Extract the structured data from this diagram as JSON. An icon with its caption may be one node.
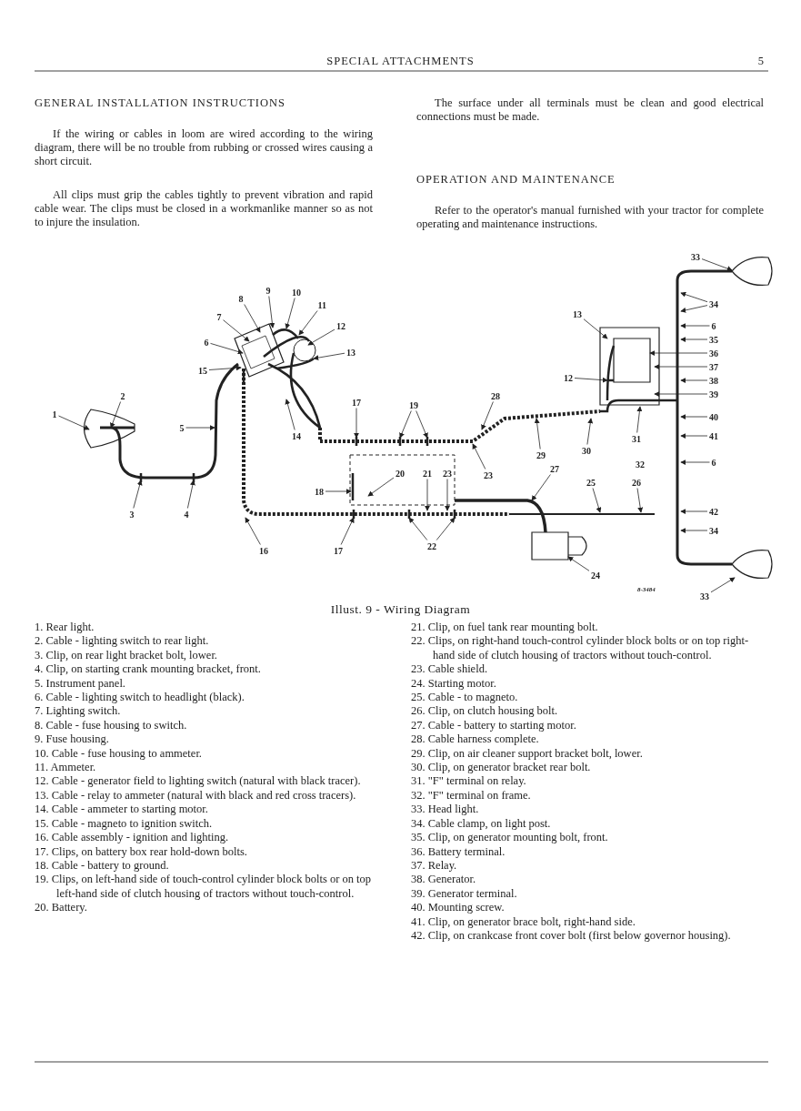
{
  "diagram": {
    "caption": "Illust. 9 - Wiring Diagram",
    "nodes": [
      {
        "text": [
          "33"
        ]
      },
      {
        "text": [
          "9"
        ]
      },
      {
        "text": [
          "10"
        ]
      },
      {
        "text": [
          "8"
        ]
      },
      {
        "text": [
          "34"
        ]
      },
      {
        "text": [
          "11"
        ]
      },
      {
        "text": [
          "13"
        ]
      },
      {
        "text": [
          "7"
        ]
      },
      {
        "text": [
          "6"
        ]
      },
      {
        "text": [
          "12"
        ]
      },
      {
        "text": [
          "35"
        ]
      },
      {
        "text": [
          "6"
        ]
      },
      {
        "text": [
          "13"
        ]
      },
      {
        "text": [
          "36"
        ]
      },
      {
        "text": [
          "37"
        ]
      },
      {
        "text": [
          "15"
        ]
      },
      {
        "text": [
          "38"
        ]
      },
      {
        "text": [
          "12"
        ]
      },
      {
        "text": [
          "39"
        ]
      },
      {
        "text": [
          "2"
        ]
      },
      {
        "text": [
          "17"
        ]
      },
      {
        "text": [
          "19"
        ]
      },
      {
        "text": [
          "28"
        ]
      },
      {
        "text": [
          "1"
        ]
      },
      {
        "text": [
          "40"
        ]
      },
      {
        "text": [
          "5"
        ]
      },
      {
        "text": [
          "14"
        ]
      },
      {
        "text": [
          "41"
        ]
      },
      {
        "text": [
          "31"
        ]
      },
      {
        "text": [
          "29"
        ]
      },
      {
        "text": [
          "30"
        ]
      },
      {
        "text": [
          "6"
        ]
      },
      {
        "text": [
          "27"
        ]
      },
      {
        "text": [
          "20"
        ]
      },
      {
        "text": [
          "21"
        ]
      },
      {
        "text": [
          "23"
        ]
      },
      {
        "text": [
          "23"
        ]
      },
      {
        "text": [
          "25"
        ]
      },
      {
        "text": [
          "26"
        ]
      },
      {
        "text": [
          "18"
        ]
      },
      {
        "text": [
          "42"
        ]
      },
      {
        "text": [
          "3"
        ]
      },
      {
        "text": [
          "4"
        ]
      },
      {
        "text": [
          "34"
        ]
      },
      {
        "text": [
          "16"
        ]
      },
      {
        "text": [
          "17"
        ]
      },
      {
        "text": [
          "22"
        ]
      },
      {
        "text": [
          "24"
        ]
      },
      {
        "text": [
          "33"
        ]
      }
    ],
    "edges": [
      {
        "from": 0,
        "to": null,
        "arrow": "to"
      },
      {
        "from": 1,
        "to": null,
        "arrow": "to"
      },
      {
        "from": 2,
        "to": null,
        "arrow": "to"
      },
      {
        "from": 3,
        "to": null,
        "arrow": "to"
      },
      {
        "from": 4,
        "to": null,
        "arrow": "to"
      },
      {
        "from": 4,
        "to": null,
        "arrow": "to"
      },
      {
        "from": 5,
        "to": null,
        "arrow": "to"
      },
      {
        "from": 6,
        "to": null,
        "arrow": "to"
      },
      {
        "from": 7,
        "to": null,
        "arrow": "to"
      },
      {
        "from": 8,
        "to": null,
        "arrow": "to"
      },
      {
        "from": 9,
        "to": null,
        "arrow": "to"
      },
      {
        "from": 10,
        "to": null,
        "arrow": "to"
      },
      {
        "from": 11,
        "to": null,
        "arrow": "to"
      },
      {
        "from": 12,
        "to": null,
        "arrow": "to"
      },
      {
        "from": 13,
        "to": null,
        "arrow": "to"
      },
      {
        "from": 14,
        "to": null,
        "arrow": "to"
      },
      {
        "from": 15,
        "to": null,
        "arrow": "to"
      },
      {
        "from": 16,
        "to": null,
        "arrow": "to"
      },
      {
        "from": 17,
        "to": null,
        "arrow": "to"
      },
      {
        "from": 18,
        "to": null,
        "arrow": "to"
      },
      {
        "from": 19,
        "to": null,
        "arrow": "to"
      },
      {
        "from": 20,
        "to": null,
        "arrow": "to"
      },
      {
        "from": 21,
        "to": null,
        "arrow": "to"
      },
      {
        "from": 21,
        "to": null,
        "arrow": "to"
      },
      {
        "from": 22,
        "to": null,
        "arrow": "to"
      },
      {
        "from": 23,
        "to": null,
        "arrow": "to"
      },
      {
        "from": 24,
        "to": null,
        "arrow": "to"
      },
      {
        "from": 25,
        "to": null,
        "arrow": "to"
      },
      {
        "from": 26,
        "to": null,
        "arrow": "to"
      },
      {
        "from": 27,
        "to": null,
        "arrow": "to"
      },
      {
        "from": 28,
        "to": null,
        "arrow": "to"
      },
      {
        "from": 29,
        "to": null,
        "arrow": "to"
      },
      {
        "from": 30,
        "to": null,
        "arrow": "to"
      },
      {
        "from": 31,
        "to": null,
        "arrow": "to"
      },
      {
        "from": 32,
        "to": null,
        "arrow": "to"
      },
      {
        "from": 33,
        "to": null,
        "arrow": "to"
      },
      {
        "from": 34,
        "to": null,
        "arrow": "to"
      },
      {
        "from": 35,
        "to": null,
        "arrow": "to"
      },
      {
        "from": 36,
        "to": null,
        "arrow": "to"
      },
      {
        "from": 37,
        "to": null,
        "arrow": "to"
      },
      {
        "from": 38,
        "to": null,
        "arrow": "to"
      },
      {
        "from": 39,
        "to": null,
        "arrow": "to"
      },
      {
        "from": 40,
        "to": null,
        "arrow": "to"
      },
      {
        "from": 41,
        "to": null,
        "arrow": "to"
      },
      {
        "from": 42,
        "to": null,
        "arrow": "to"
      },
      {
        "from": 43,
        "to": null,
        "arrow": "to"
      },
      {
        "from": 44,
        "to": null,
        "arrow": "to"
      },
      {
        "from": 45,
        "to": null,
        "arrow": "to"
      },
      {
        "from": 46,
        "to": null,
        "arrow": "to"
      },
      {
        "from": 46,
        "to": null,
        "arrow": "to"
      },
      {
        "from": 47,
        "to": null,
        "arrow": "to"
      },
      {
        "from": 48,
        "to": null,
        "arrow": "to"
      }
    ],
    "labels": [
      "SPECIAL ATTACHMENTS",
      "5",
      "GENERAL INSTALLATION INSTRUCTIONS",
      "If the wiring or cables in loom are wired according to the wiring diagram, there will be no trouble from rubbing or crossed wires causing a short circuit.",
      "All clips must grip the cables tightly to prevent vibration and rapid cable wear. The clips must be closed in a workmanlike manner so as not to injure the insulation.",
      "The surface under all terminals must be clean and good electrical connections must be made.",
      "OPERATION AND MAINTENANCE",
      "Refer to the operator's manual furnished with your tractor for complete operating and maintenance instructions.",
      "32",
      "8-3484",
      "1. Rear light.",
      "2. Cable - lighting switch to rear light.",
      "3. Clip, on rear light bracket bolt, lower.",
      "4. Clip, on starting crank mounting bracket, front.",
      "5. Instrument panel.",
      "6. Cable - lighting switch to headlight (black).",
      "7. Lighting switch.",
      "8. Cable - fuse housing to switch.",
      "9. Fuse housing.",
      "10. Cable - fuse housing to ammeter.",
      "11. Ammeter.",
      "12. Cable - generator field to lighting switch (natural with black tracer).",
      "13. Cable - relay to ammeter (natural with black and red cross tracers).",
      "14. Cable - ammeter to starting motor.",
      "15. Cable - magneto to ignition switch.",
      "16. Cable assembly - ignition and lighting.",
      "17. Clips, on battery box rear hold-down bolts.",
      "18. Cable - battery to ground.",
      "19. Clips, on left-hand side of touch-control cylinder block bolts or on top left-hand side of clutch housing of tractors without touch-control.",
      "20. Battery.",
      "21. Clip, on fuel tank rear mounting bolt.",
      "22. Clips, on right-hand touch-control cylinder block bolts or on top right-hand side of clutch housing of tractors without touch-control.",
      "23. Cable shield.",
      "24. Starting motor.",
      "25. Cable - to magneto.",
      "26. Clip, on clutch housing bolt.",
      "27. Cable - battery to starting motor.",
      "28. Cable harness complete.",
      "29. Clip, on air cleaner support bracket bolt, lower.",
      "30. Clip, on generator bracket rear bolt.",
      "31. \"F\" terminal on relay.",
      "32. \"F\" terminal on frame.",
      "33. Head light.",
      "34. Cable clamp, on light post.",
      "35. Clip, on generator mounting bolt, front.",
      "36. Battery terminal.",
      "37. Relay.",
      "38. Generator.",
      "39. Generator terminal.",
      "40. Mounting screw.",
      "41. Clip, on generator brace bolt, right-hand side.",
      "42. Clip, on crankcase front cover bolt (first below governor housing)."
    ]
  }
}
